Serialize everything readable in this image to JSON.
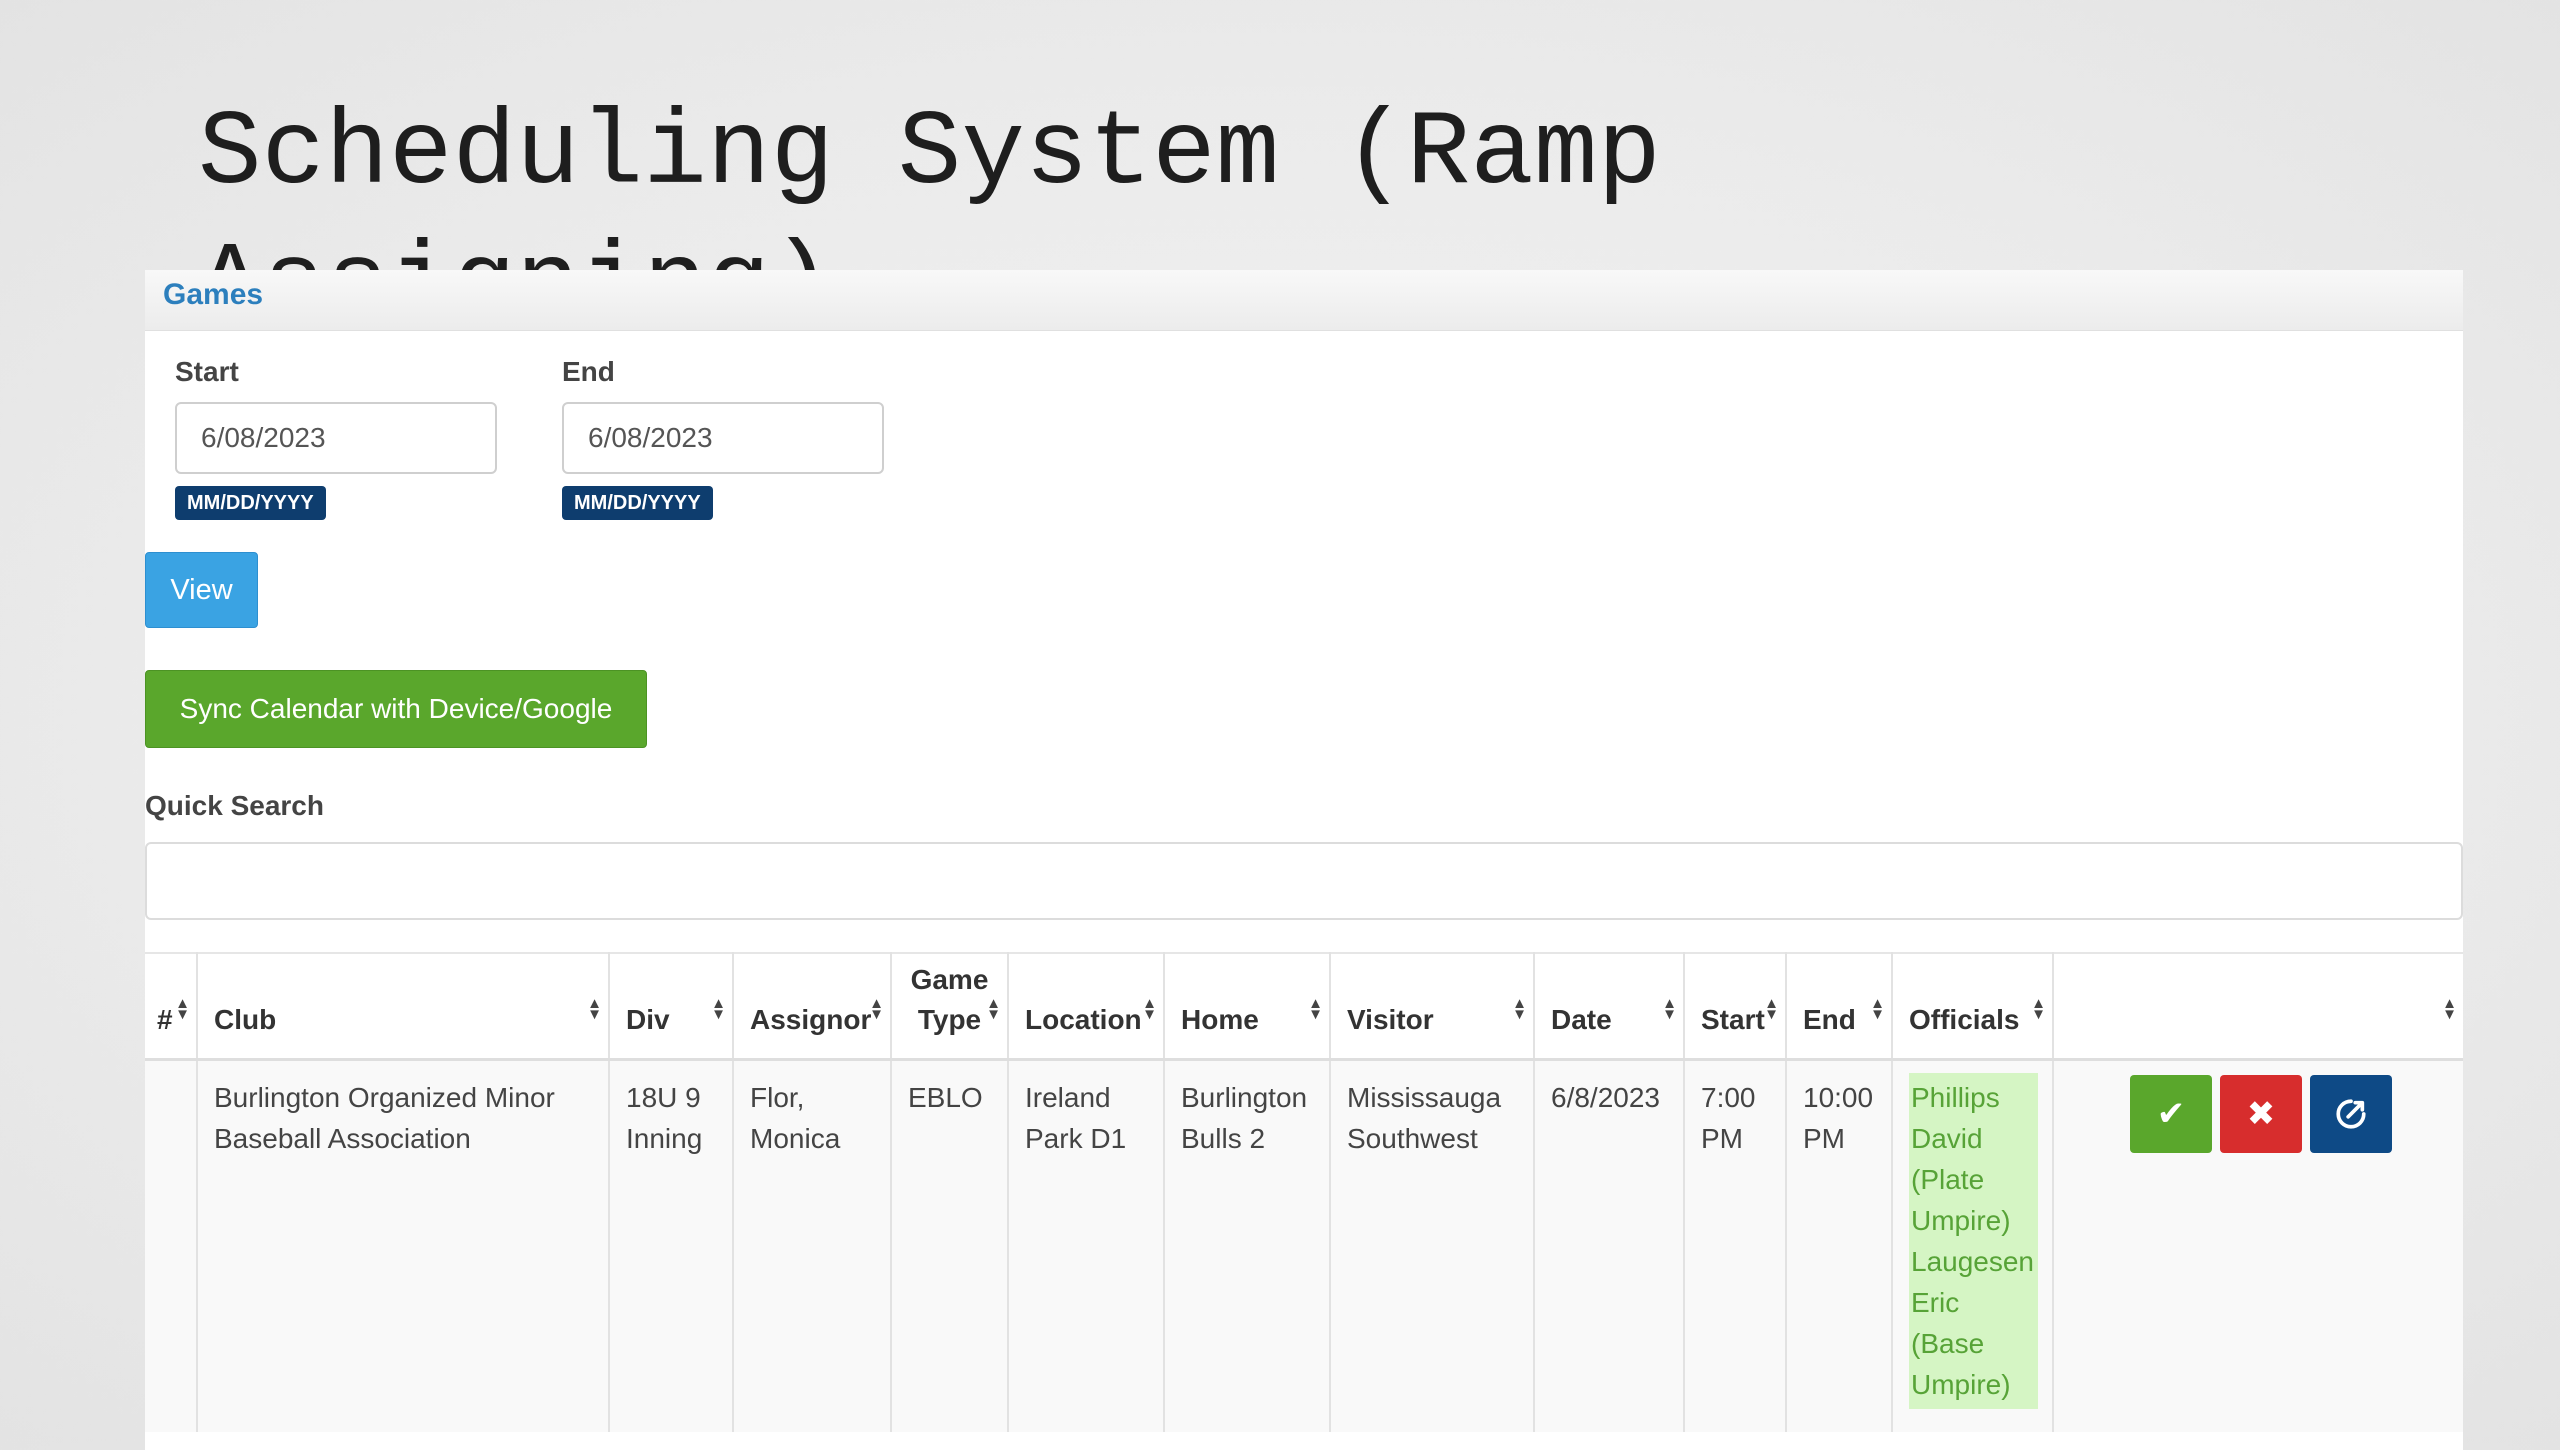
{
  "slide": {
    "title": "Scheduling System (Ramp Assigning)"
  },
  "panel": {
    "header_label": "Games"
  },
  "filters": {
    "start_label": "Start",
    "start_value": "6/08/2023",
    "start_hint": "MM/DD/YYYY",
    "end_label": "End",
    "end_value": "6/08/2023",
    "end_hint": "MM/DD/YYYY"
  },
  "buttons": {
    "view": "View",
    "sync": "Sync Calendar with Device/Google"
  },
  "quick_search": {
    "label": "Quick Search",
    "value": ""
  },
  "table": {
    "columns": [
      "#",
      "Club",
      "Div",
      "Assignor",
      "Game Type",
      "Location",
      "Home",
      "Visitor",
      "Date",
      "Start",
      "End",
      "Officials",
      ""
    ],
    "rows": [
      {
        "num": "",
        "club": "Burlington Organized Minor Baseball Association",
        "div": "18U 9 Inning",
        "assignor": "Flor, Monica",
        "game_type": "EBLO",
        "location": "Ireland Park D1",
        "home": "Burlington Bulls 2",
        "visitor": "Mississauga Southwest",
        "date": "6/8/2023",
        "start": "7:00 PM",
        "end": "10:00 PM",
        "officials": "Phillips David (Plate Umpire) Laugesen Eric (Base Umpire)",
        "actions": {
          "accept_icon": "checkmark-icon",
          "decline_icon": "x-icon",
          "edit_icon": "edit-icon"
        }
      }
    ]
  },
  "colors": {
    "accent_blue": "#3aa3e3",
    "accent_green": "#5aa72c",
    "decline_red": "#d72d2d",
    "edit_navy": "#0e4a86",
    "header_link": "#2c7fbd",
    "officials_bg": "#d5f5c4",
    "officials_text": "#57a337"
  }
}
